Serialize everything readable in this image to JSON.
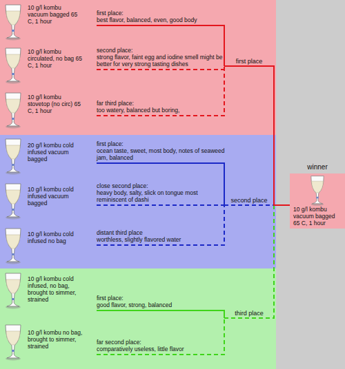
{
  "diagram": {
    "nodes": [
      {
        "text": [
          "10 g/l kombu vacuum bagged 65 C, 1 hour"
        ]
      },
      {
        "text": [
          "first place:",
          "best flavor, balanced, even, good body"
        ]
      },
      {
        "text": [
          "10 g/l kombu circulated, no bag 65 C, 1 hour"
        ]
      },
      {
        "text": [
          "second place:",
          "strong flavor, faint egg and iodine smell might be better for very strong tasting dishes"
        ]
      },
      {
        "text": [
          "10 g/l kombu stovetop (no circ) 65 C, 1 hour"
        ]
      },
      {
        "text": [
          "far third place:",
          "too watery, balanced but boring,"
        ]
      },
      {
        "text": [
          "20 g/l kombu cold infused vacuum bagged"
        ]
      },
      {
        "text": [
          "first place:",
          "ocean taste, sweet, most body, notes of seaweed jam, balanced"
        ]
      },
      {
        "text": [
          "10 g/l kombu cold infused vacuum bagged"
        ]
      },
      {
        "text": [
          "close second place:",
          "heavy body, salty, slick on tongue most reminiscent of dashi"
        ]
      },
      {
        "text": [
          "10 g/l kombu cold infused no bag"
        ]
      },
      {
        "text": [
          "distant third place",
          "worthless, slightly flavored water"
        ]
      },
      {
        "text": [
          "10 g/l kombu cold infused, no bag, brought to simmer, strained"
        ]
      },
      {
        "text": [
          "first place:",
          "good flavor, strong, balanced"
        ]
      },
      {
        "text": [
          "10 g/l kombu no bag, brought to simmer, strained"
        ]
      },
      {
        "text": [
          "far second place:",
          "comparatively useless, little flavor"
        ]
      },
      {
        "text": [
          "winner",
          "10 g/l kombu vacuum bagged 65 C, 1 hour"
        ]
      }
    ],
    "edges": [
      {
        "from": 1,
        "to": 16,
        "arrow": "none",
        "label": "first place"
      },
      {
        "from": 3,
        "to": 16,
        "arrow": "none"
      },
      {
        "from": 5,
        "to": 16,
        "arrow": "none"
      },
      {
        "from": 7,
        "to": 16,
        "arrow": "none",
        "label": "second place"
      },
      {
        "from": 9,
        "to": 16,
        "arrow": "none"
      },
      {
        "from": 11,
        "to": 16,
        "arrow": "none"
      },
      {
        "from": 13,
        "to": 16,
        "arrow": "none",
        "label": "third place"
      },
      {
        "from": 15,
        "to": 16,
        "arrow": "none"
      }
    ]
  }
}
